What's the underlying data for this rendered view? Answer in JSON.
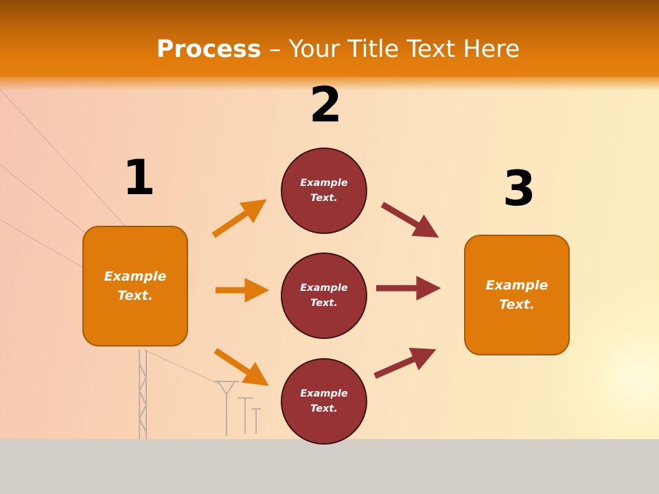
{
  "slide": {
    "title_bold": "Process",
    "title_rest": " – Your Title Text Here"
  },
  "steps": {
    "one": "1",
    "two": "2",
    "three": "3"
  },
  "nodes": {
    "left_box": "Example\nText.",
    "circle_top": "Example\nText.",
    "circle_middle": "Example\nText.",
    "circle_bottom": "Example\nText.",
    "right_box": "Example\nText."
  },
  "colors": {
    "header": "#df7a0c",
    "box": "#df7b0a",
    "circle": "#963335",
    "arrow_left": "#df7a0c",
    "arrow_right": "#963335"
  }
}
